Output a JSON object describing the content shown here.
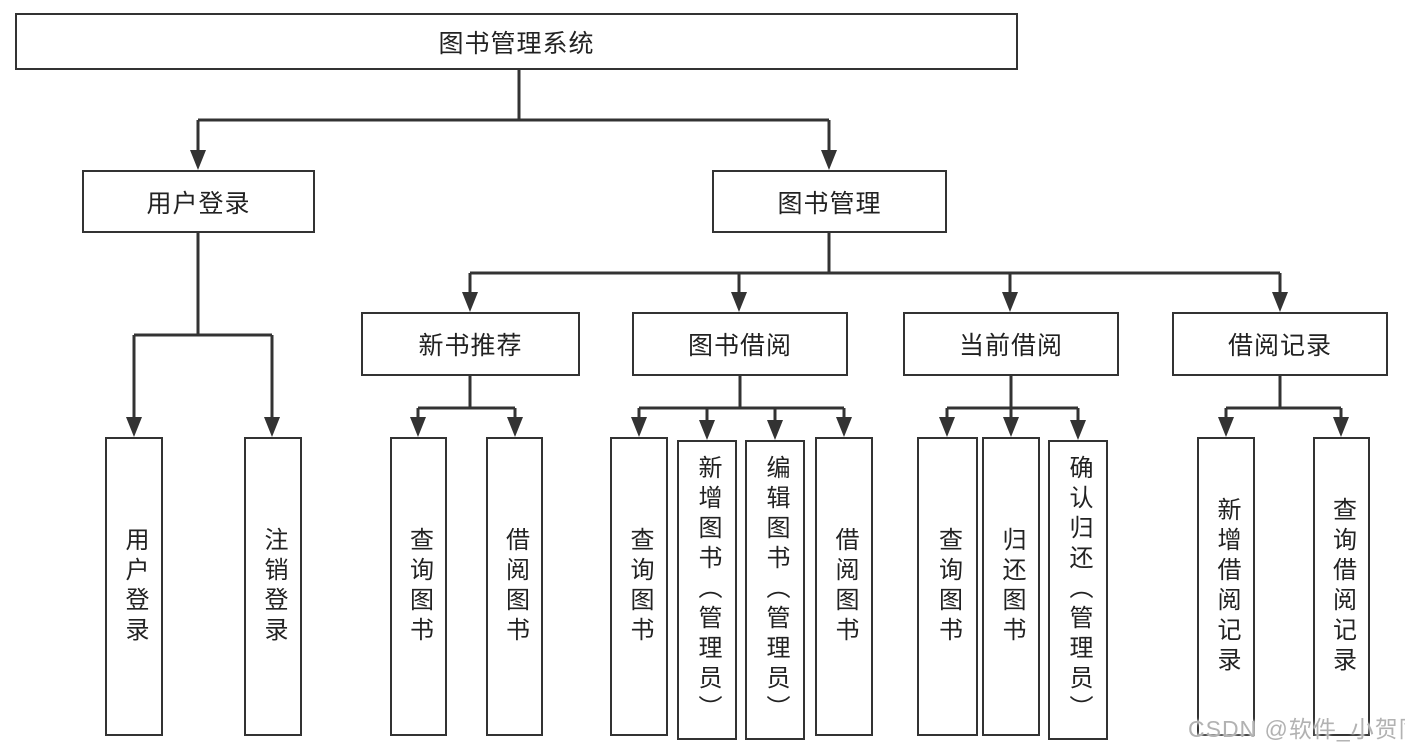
{
  "diagram": {
    "title_node": "图书管理系统",
    "level2": {
      "user_login": "用户登录",
      "book_mgmt": "图书管理"
    },
    "level3": {
      "new_book_rec": "新书推荐",
      "book_borrow": "图书借阅",
      "current_borrow": "当前借阅",
      "borrow_record": "借阅记录"
    },
    "leaves": {
      "user_login": "用户登录",
      "logout": "注销登录",
      "nbr_query_book": "查询图书",
      "nbr_borrow_book": "借阅图书",
      "bb_query_book": "查询图书",
      "bb_add_book": "新增图书（管理员）",
      "bb_edit_book": "编辑图书（管理员）",
      "bb_borrow_book": "借阅图书",
      "cb_query_book": "查询图书",
      "cb_return_book": "归还图书",
      "cb_confirm_return": "确认归还（管理员）",
      "br_add_record": "新增借阅记录",
      "br_query_record": "查询借阅记录"
    }
  },
  "watermark": "CSDN @软件_小贺同学",
  "colors": {
    "line": "#333333",
    "node_border": "#333333",
    "text": "#222222",
    "watermark": "#b2b2b2",
    "background": "#ffffff"
  }
}
